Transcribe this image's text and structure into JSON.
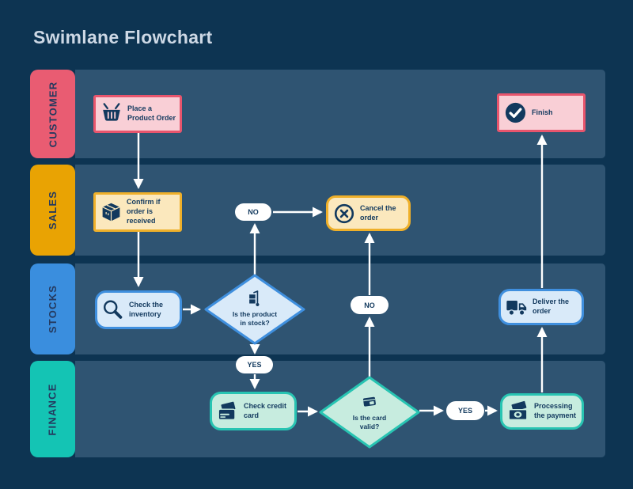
{
  "title": "Swimlane Flowchart",
  "lanes": [
    {
      "label": "CUSTOMER",
      "color": "#e95c72"
    },
    {
      "label": "SALES",
      "color": "#e9a303"
    },
    {
      "label": "STOCKS",
      "color": "#3a8ede"
    },
    {
      "label": "FINANCE",
      "color": "#14c4b4"
    }
  ],
  "nodes": [
    {
      "id": "place-order",
      "lane": "CUSTOMER",
      "type": "process",
      "label": "Place a Product Order",
      "icon": "basket-icon"
    },
    {
      "id": "finish",
      "lane": "CUSTOMER",
      "type": "terminator",
      "label": "Finish",
      "icon": "check-circle-icon"
    },
    {
      "id": "confirm-order",
      "lane": "SALES",
      "type": "process",
      "label": "Confirm if order is received",
      "icon": "package-icon"
    },
    {
      "id": "cancel-order",
      "lane": "SALES",
      "type": "process",
      "label": "Cancel the order",
      "icon": "cancel-icon"
    },
    {
      "id": "check-inventory",
      "lane": "STOCKS",
      "type": "process",
      "label": "Check the inventory",
      "icon": "magnifier-icon"
    },
    {
      "id": "product-in-stock",
      "lane": "STOCKS",
      "type": "decision",
      "label": "Is the product in stock?",
      "icon": "hand-truck-icon"
    },
    {
      "id": "deliver-order",
      "lane": "STOCKS",
      "type": "process",
      "label": "Deliver the order",
      "icon": "truck-icon"
    },
    {
      "id": "check-credit-card",
      "lane": "FINANCE",
      "type": "process",
      "label": "Check credit card",
      "icon": "credit-card-icon"
    },
    {
      "id": "card-valid",
      "lane": "FINANCE",
      "type": "decision",
      "label": "Is the card valid?",
      "icon": "card-payment-icon"
    },
    {
      "id": "processing-payment",
      "lane": "FINANCE",
      "type": "process",
      "label": "Processing the payment",
      "icon": "money-icon"
    }
  ],
  "edge_labels": [
    {
      "text": "NO",
      "from": "product-in-stock",
      "to": "cancel-order"
    },
    {
      "text": "YES",
      "from": "product-in-stock",
      "to": "check-credit-card"
    },
    {
      "text": "NO",
      "from": "card-valid",
      "to": "cancel-order"
    },
    {
      "text": "YES",
      "from": "card-valid",
      "to": "processing-payment"
    }
  ],
  "colors": {
    "background": "#0d3452",
    "lane_body": "#2f5472",
    "title_text": "#cdd8e5",
    "node_text": "#12395e",
    "arrow": "#ffffff",
    "customer": {
      "tab": "#e95c72",
      "fill": "#f9cfd6",
      "border": "#e8556d"
    },
    "sales": {
      "tab": "#e9a303",
      "fill": "#fbe8bd",
      "border": "#efb02a"
    },
    "stocks": {
      "tab": "#3a8ede",
      "fill": "#d9eaf9",
      "border": "#3f8fde"
    },
    "finance": {
      "tab": "#14c4b4",
      "fill": "#c7ecdf",
      "border": "#28c4b2"
    }
  }
}
